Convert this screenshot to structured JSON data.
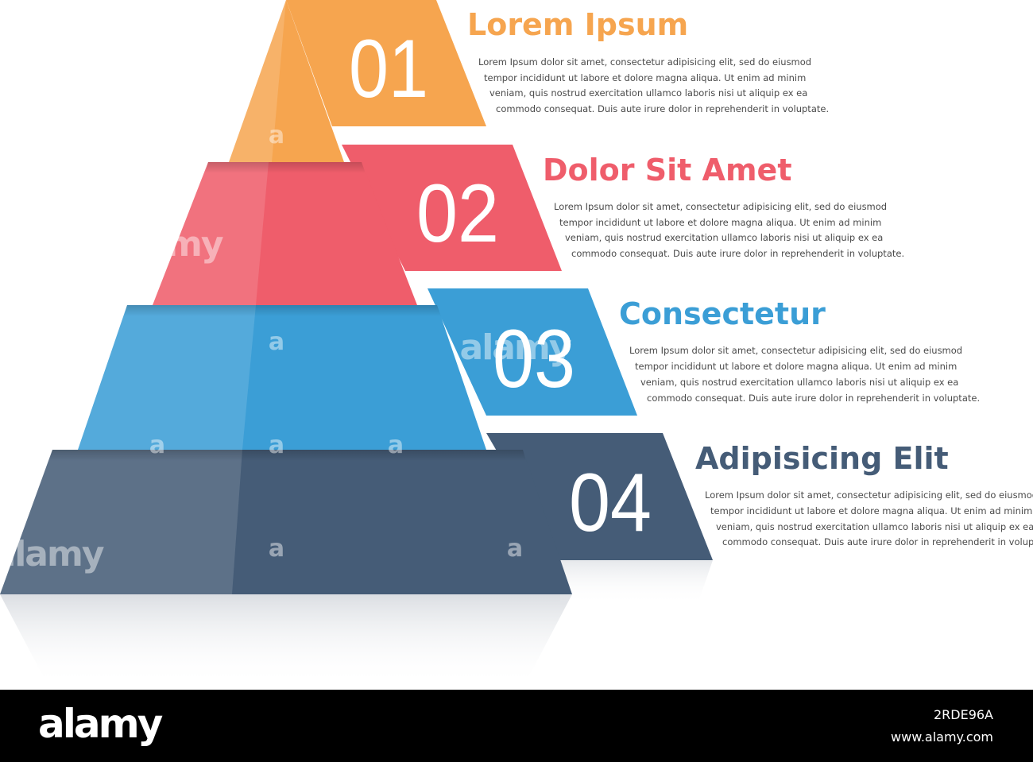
{
  "colors": {
    "step1": "#f6a54f",
    "step2": "#ef5d6b",
    "step3": "#3b9ed6",
    "step4": "#455c77"
  },
  "steps": [
    {
      "number": "01",
      "title": "Lorem Ipsum",
      "lines": [
        "Lorem Ipsum dolor sit amet, consectetur adipisicing elit, sed do eiusmod",
        "tempor incididunt ut labore et dolore magna aliqua. Ut enim ad minim",
        "veniam, quis nostrud exercitation ullamco laboris nisi ut aliquip ex ea",
        "commodo consequat. Duis aute irure dolor in reprehenderit in voluptate."
      ]
    },
    {
      "number": "02",
      "title": "Dolor Sit Amet",
      "lines": [
        "Lorem Ipsum dolor sit amet, consectetur adipisicing elit, sed do eiusmod",
        "tempor incididunt ut labore et dolore magna aliqua. Ut enim ad minim",
        "veniam, quis nostrud exercitation ullamco laboris nisi ut aliquip ex ea",
        "commodo consequat. Duis aute irure dolor in reprehenderit in voluptate."
      ]
    },
    {
      "number": "03",
      "title": "Consectetur",
      "lines": [
        "Lorem Ipsum dolor sit amet, consectetur adipisicing elit, sed do eiusmod",
        "tempor incididunt ut labore et dolore magna aliqua. Ut enim ad minim",
        "veniam, quis nostrud exercitation ullamco laboris nisi ut aliquip ex ea",
        "commodo consequat. Duis aute irure dolor in reprehenderit in voluptate."
      ]
    },
    {
      "number": "04",
      "title": "Adipisicing Elit",
      "lines": [
        "Lorem Ipsum dolor sit amet, consectetur adipisicing elit, sed do eiusmod",
        "tempor incididunt ut labore et dolore magna aliqua. Ut enim ad minim",
        "veniam, quis nostrud exercitation ullamco laboris nisi ut aliquip ex ea",
        "commodo consequat. Duis aute irure dolor in reprehenderit in voluptate."
      ]
    }
  ],
  "watermark": {
    "small": "a",
    "big": "alamy"
  },
  "footer": {
    "logo": "alamy",
    "image_code": "2RDE96A",
    "url": "www.alamy.com"
  }
}
